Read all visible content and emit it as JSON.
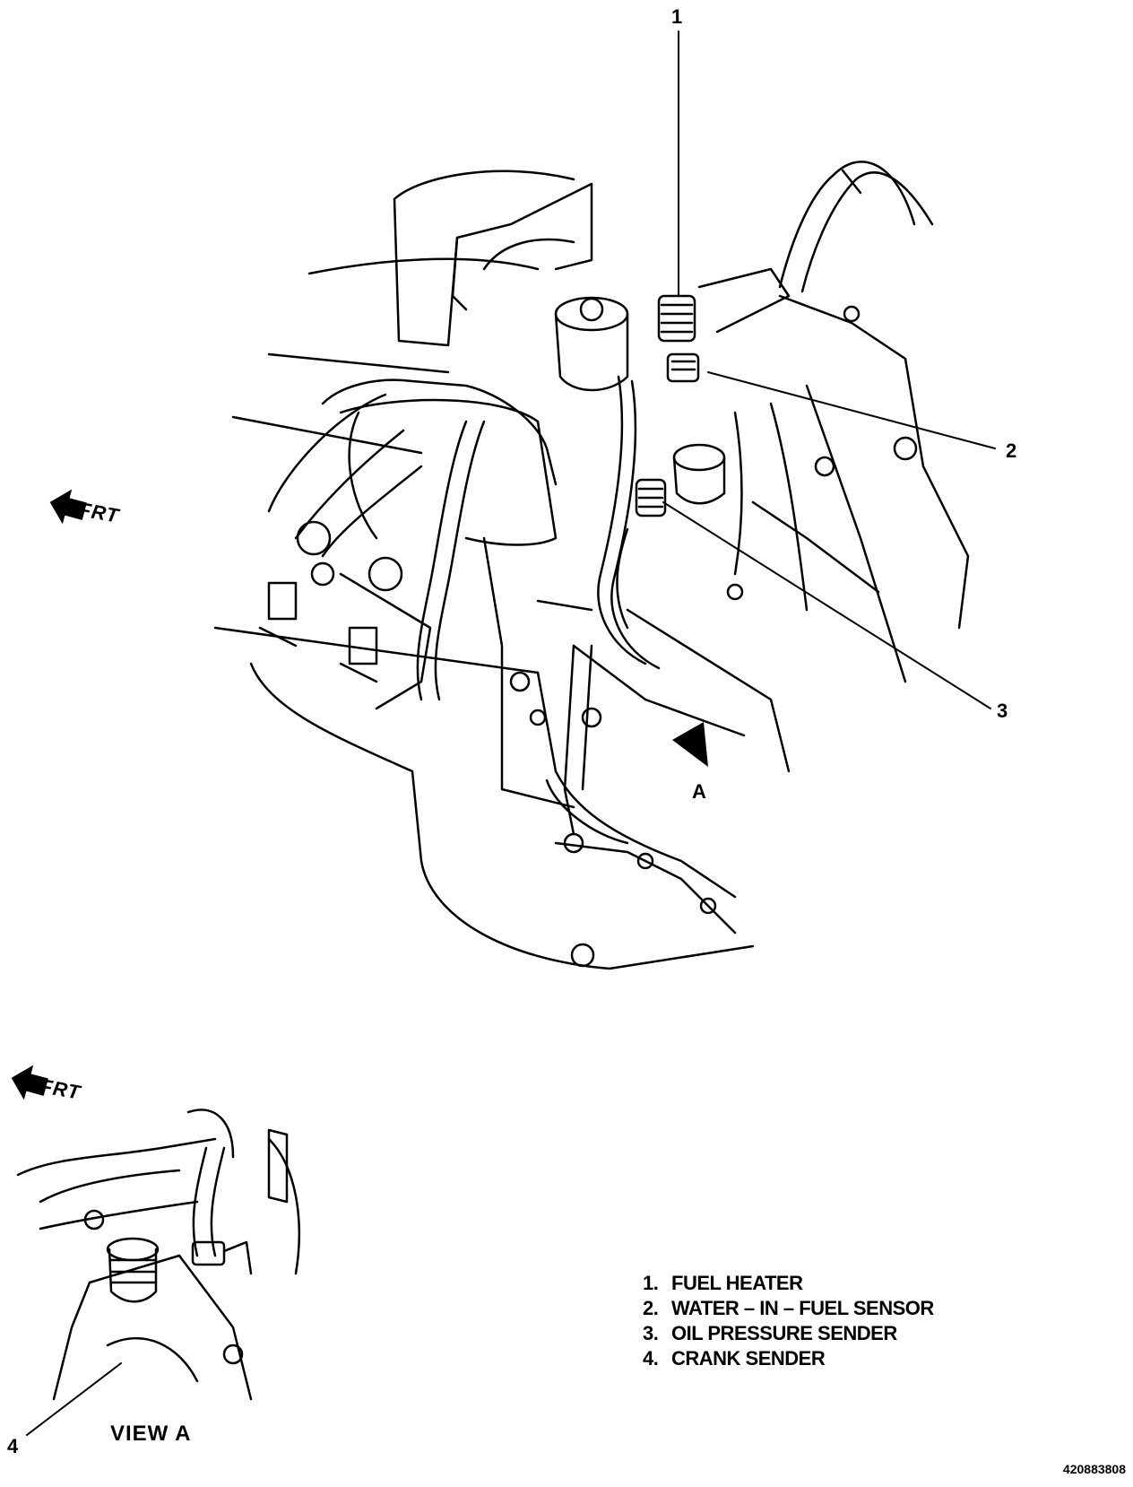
{
  "callouts": {
    "c1": "1",
    "c2": "2",
    "c3": "3",
    "c4": "4",
    "a_arrow": "A"
  },
  "frt_main": "FRT",
  "frt_view": "FRT",
  "legend": [
    {
      "num": "1.",
      "label": "FUEL HEATER"
    },
    {
      "num": "2.",
      "label": "WATER – IN – FUEL SENSOR"
    },
    {
      "num": "3.",
      "label": "OIL PRESSURE SENDER"
    },
    {
      "num": "4.",
      "label": "CRANK SENDER"
    }
  ],
  "view_label": "VIEW A",
  "figure_id": "420883808"
}
